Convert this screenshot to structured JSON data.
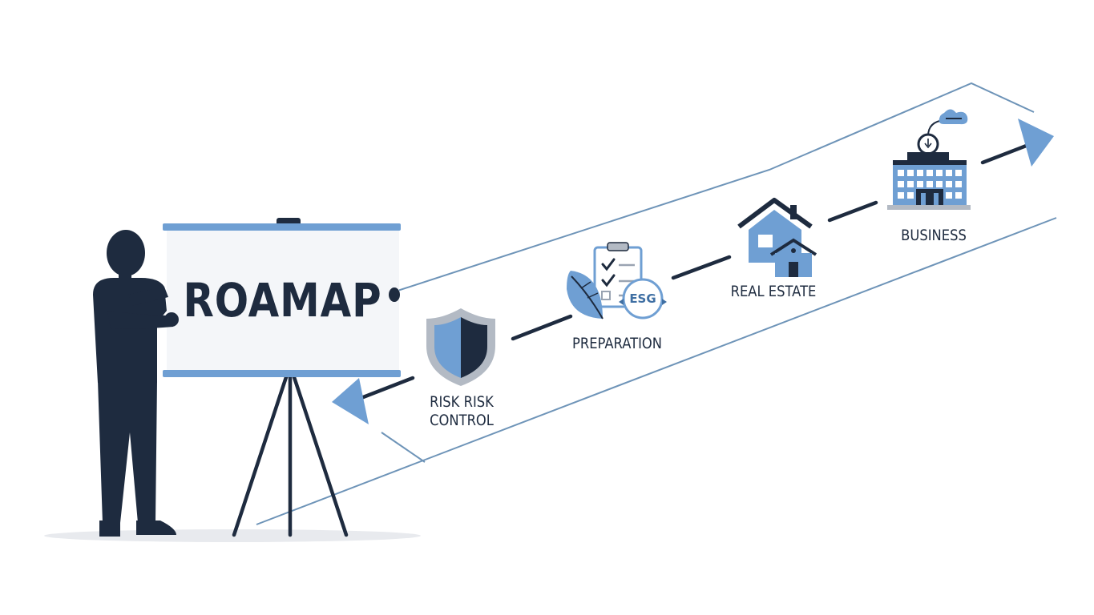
{
  "board": {
    "title": "ROAMAP"
  },
  "steps": [
    {
      "label_line1": "RISK RISK",
      "label_line2": "CONTROL",
      "icon": "shield-icon"
    },
    {
      "label": "PREPARATION",
      "icon": "esg-clipboard-leaf-icon",
      "badge": "ESG"
    },
    {
      "label": "REAL ESTATE",
      "icon": "house-icon"
    },
    {
      "label": "BUSINESS",
      "icon": "office-building-icon"
    }
  ],
  "colors": {
    "navy": "#1e2b3f",
    "accent_blue": "#6f9fd3",
    "band_line": "#6e94b8",
    "board_bg": "#f4f6f9",
    "shadow": "#e8eaee"
  }
}
